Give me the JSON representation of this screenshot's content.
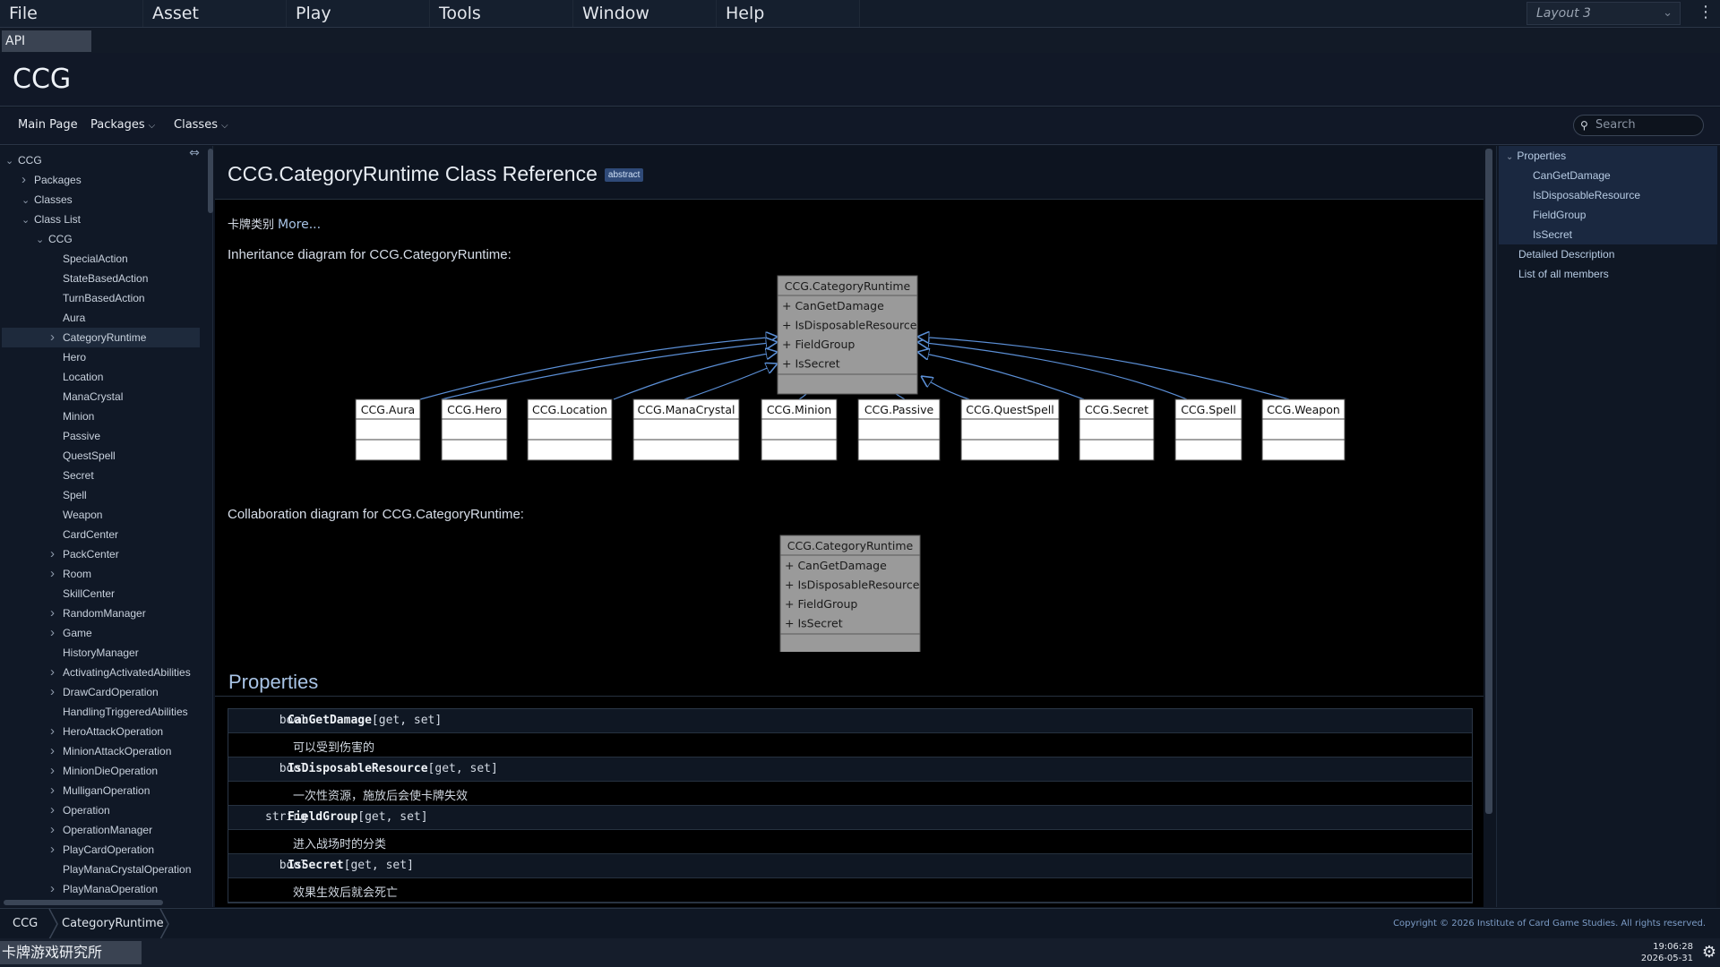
{
  "menubar": {
    "items": [
      "File",
      "Asset",
      "Play",
      "Tools",
      "Window",
      "Help"
    ],
    "layout_selected": "Layout 3"
  },
  "tabbar": {
    "active_tab": "API"
  },
  "header": {
    "project_title": "CCG"
  },
  "navbar": {
    "main_page": "Main Page",
    "packages": "Packages",
    "classes": "Classes",
    "search_placeholder": "Search"
  },
  "sidebar": {
    "items": [
      {
        "label": "CCG",
        "depth": 0,
        "arrow": "down"
      },
      {
        "label": "Packages",
        "depth": 1,
        "arrow": "right"
      },
      {
        "label": "Classes",
        "depth": 1,
        "arrow": "down"
      },
      {
        "label": "Class List",
        "depth": 2,
        "arrow": "down"
      },
      {
        "label": "CCG",
        "depth": 3,
        "arrow": "down"
      },
      {
        "label": "SpecialAction",
        "depth": 4,
        "arrow": ""
      },
      {
        "label": "StateBasedAction",
        "depth": 4,
        "arrow": ""
      },
      {
        "label": "TurnBasedAction",
        "depth": 4,
        "arrow": ""
      },
      {
        "label": "Aura",
        "depth": 4,
        "arrow": ""
      },
      {
        "label": "CategoryRuntime",
        "depth": 4,
        "arrow": "right",
        "selected": true
      },
      {
        "label": "Hero",
        "depth": 4,
        "arrow": ""
      },
      {
        "label": "Location",
        "depth": 4,
        "arrow": ""
      },
      {
        "label": "ManaCrystal",
        "depth": 4,
        "arrow": ""
      },
      {
        "label": "Minion",
        "depth": 4,
        "arrow": ""
      },
      {
        "label": "Passive",
        "depth": 4,
        "arrow": ""
      },
      {
        "label": "QuestSpell",
        "depth": 4,
        "arrow": ""
      },
      {
        "label": "Secret",
        "depth": 4,
        "arrow": ""
      },
      {
        "label": "Spell",
        "depth": 4,
        "arrow": ""
      },
      {
        "label": "Weapon",
        "depth": 4,
        "arrow": ""
      },
      {
        "label": "CardCenter",
        "depth": 4,
        "arrow": ""
      },
      {
        "label": "PackCenter",
        "depth": 4,
        "arrow": "right"
      },
      {
        "label": "Room",
        "depth": 4,
        "arrow": "right"
      },
      {
        "label": "SkillCenter",
        "depth": 4,
        "arrow": ""
      },
      {
        "label": "RandomManager",
        "depth": 4,
        "arrow": "right"
      },
      {
        "label": "Game",
        "depth": 4,
        "arrow": "right"
      },
      {
        "label": "HistoryManager",
        "depth": 4,
        "arrow": ""
      },
      {
        "label": "ActivatingActivatedAbilities",
        "depth": 4,
        "arrow": "right"
      },
      {
        "label": "DrawCardOperation",
        "depth": 4,
        "arrow": "right"
      },
      {
        "label": "HandlingTriggeredAbilities",
        "depth": 4,
        "arrow": ""
      },
      {
        "label": "HeroAttackOperation",
        "depth": 4,
        "arrow": "right"
      },
      {
        "label": "MinionAttackOperation",
        "depth": 4,
        "arrow": "right"
      },
      {
        "label": "MinionDieOperation",
        "depth": 4,
        "arrow": "right"
      },
      {
        "label": "MulliganOperation",
        "depth": 4,
        "arrow": "right"
      },
      {
        "label": "Operation",
        "depth": 4,
        "arrow": "right"
      },
      {
        "label": "OperationManager",
        "depth": 4,
        "arrow": "right"
      },
      {
        "label": "PlayCardOperation",
        "depth": 4,
        "arrow": "right"
      },
      {
        "label": "PlayManaCrystalOperation",
        "depth": 4,
        "arrow": ""
      },
      {
        "label": "PlayManaOperation",
        "depth": 4,
        "arrow": "right"
      }
    ]
  },
  "main": {
    "class_title": "CCG.CategoryRuntime Class Reference",
    "badge": "abstract",
    "brief": "卡牌类别",
    "more_link": "More...",
    "inheritance_label": "Inheritance diagram for CCG.CategoryRuntime:",
    "collaboration_label": "Collaboration diagram for CCG.CategoryRuntime:",
    "base_class": {
      "name": "CCG.CategoryRuntime",
      "members": [
        "+ CanGetDamage",
        "+ IsDisposableResource",
        "+ FieldGroup",
        "+ IsSecret"
      ]
    },
    "derived_classes": [
      "CCG.Aura",
      "CCG.Hero",
      "CCG.Location",
      "CCG.ManaCrystal",
      "CCG.Minion",
      "CCG.Passive",
      "CCG.QuestSpell",
      "CCG.Secret",
      "CCG.Spell",
      "CCG.Weapon"
    ],
    "properties_heading": "Properties",
    "properties": [
      {
        "type": "bool",
        "name": "CanGetDamage",
        "accessors": "[get, set]",
        "desc": "可以受到伤害的"
      },
      {
        "type": "bool",
        "name": "IsDisposableResource",
        "accessors": "[get, set]",
        "desc": "一次性资源，施放后会使卡牌失效"
      },
      {
        "type": "string",
        "name": "FieldGroup",
        "accessors": "[get, set]",
        "desc": "进入战场时的分类"
      },
      {
        "type": "bool",
        "name": "IsSecret",
        "accessors": "[get, set]",
        "desc": "效果生效后就会死亡"
      }
    ]
  },
  "toc": {
    "properties": "Properties",
    "items": [
      "CanGetDamage",
      "IsDisposableResource",
      "FieldGroup",
      "IsSecret"
    ],
    "detailed": "Detailed Description",
    "all_members": "List of all members"
  },
  "footer": {
    "breadcrumbs": [
      "CCG",
      "CategoryRuntime"
    ],
    "copyright": "Copyright © 2026 Institute of Card Game Studies. All rights reserved."
  },
  "statusbar": {
    "app_label": "卡牌游戏研究所",
    "time": "19:06:28",
    "date": "2026-05-31"
  },
  "colors": {
    "background": "#0e1521",
    "accent": "#a9c4e6",
    "diagram_edge": "#5b8fd6",
    "base_box": "#9a9a9a"
  }
}
